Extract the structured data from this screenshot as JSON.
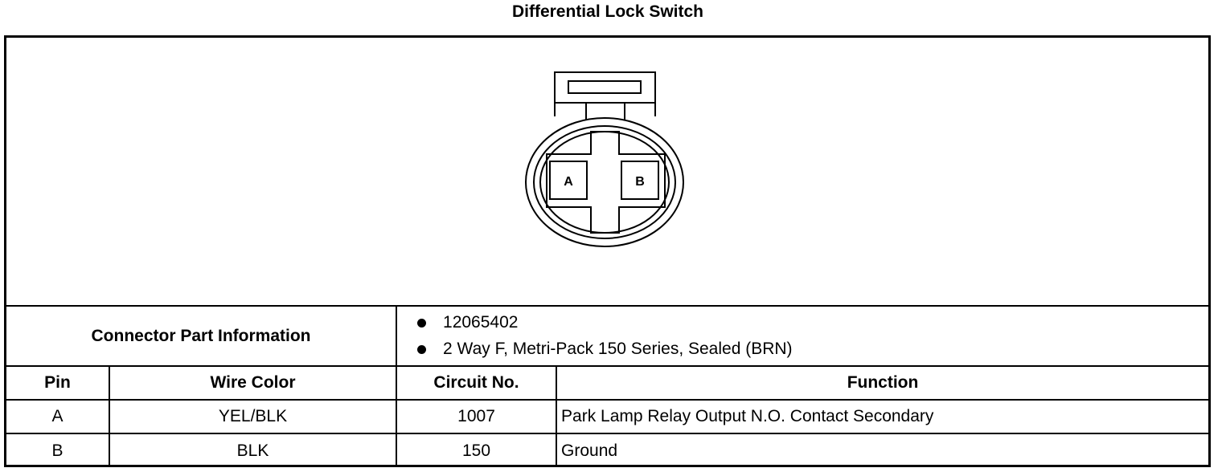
{
  "title": "Differential Lock Switch",
  "connector": {
    "pins": [
      "A",
      "B"
    ]
  },
  "part_info": {
    "label": "Connector Part Information",
    "items": [
      "12065402",
      "2 Way F, Metri-Pack 150 Series, Sealed (BRN)"
    ]
  },
  "table": {
    "headers": [
      "Pin",
      "Wire Color",
      "Circuit No.",
      "Function"
    ],
    "rows": [
      {
        "pin": "A",
        "wire_color": "YEL/BLK",
        "circuit": "1007",
        "function": "Park Lamp Relay Output N.O. Contact Secondary"
      },
      {
        "pin": "B",
        "wire_color": "BLK",
        "circuit": "150",
        "function": "Ground"
      }
    ]
  }
}
